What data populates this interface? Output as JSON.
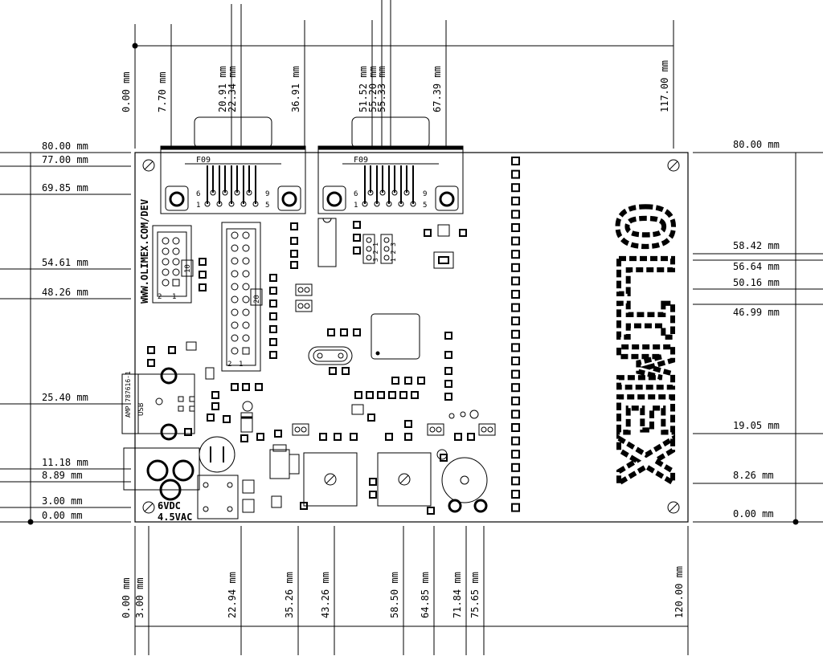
{
  "unit": "mm",
  "board": {
    "width_mm": 120.0,
    "height_mm": 80.0,
    "logo": "OLIMEX",
    "website": "WWW.OLIMEX.COM/DEV"
  },
  "dimensions": {
    "top": [
      "0.00 mm",
      "7.70 mm",
      "20.91 mm",
      "22.34 mm",
      "36.91 mm",
      "51.52 mm",
      "55.20 mm",
      "55.33 mm",
      "67.39 mm",
      "117.00 mm"
    ],
    "bottom": [
      "0.00 mm",
      "3.00 mm",
      "22.94 mm",
      "35.26 mm",
      "43.26 mm",
      "58.50 mm",
      "64.85 mm",
      "71.84 mm",
      "75.65 mm",
      "120.00 mm"
    ],
    "left": [
      "80.00 mm",
      "77.00 mm",
      "69.85 mm",
      "54.61 mm",
      "48.26 mm",
      "25.40 mm",
      "11.18 mm",
      "8.89 mm",
      "3.00 mm",
      "0.00 mm"
    ],
    "right": [
      "80.00 mm",
      "58.42 mm",
      "56.64 mm",
      "50.16 mm",
      "46.99 mm",
      "19.05 mm",
      "8.26 mm",
      "0.00 mm"
    ]
  },
  "labels": {
    "db9_left": "F09",
    "db9_right": "F09",
    "pin6": "6",
    "pin1": "1",
    "pin9": "9",
    "pin5": "5",
    "header10": "10",
    "header20": "20",
    "hdr2": "2",
    "hdr1": "1",
    "usb": "USB",
    "usb_part": "AMP 787616-1",
    "power_v1": "6VDC",
    "power_v2": "4.5VAC",
    "jp_123": "1 2 3",
    "jp_321": "3 2 1"
  },
  "colors": {
    "ink": "#000000",
    "paper": "#ffffff"
  }
}
